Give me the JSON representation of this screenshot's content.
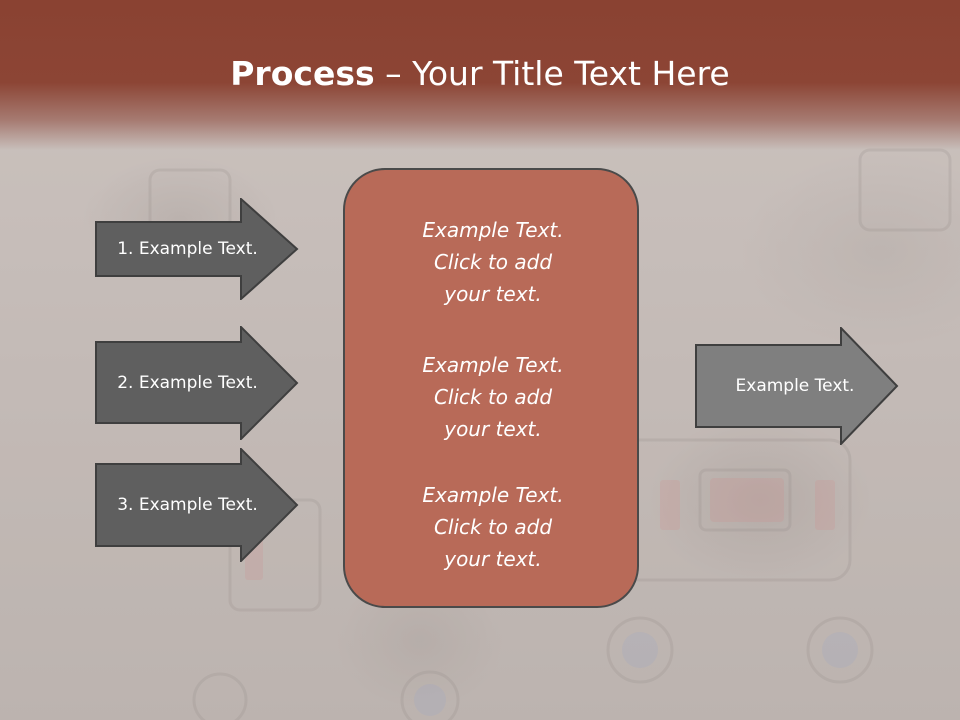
{
  "slide": {
    "title_bold": "Process",
    "title_rest": " – Your Title Text Here"
  },
  "left_arrows": [
    {
      "label": "1. Example Text."
    },
    {
      "label": "2. Example Text."
    },
    {
      "label": "3. Example Text."
    }
  ],
  "center_box": {
    "paragraphs": [
      {
        "line1": "Example Text.",
        "line2": "Click  to add",
        "line3": "your text."
      },
      {
        "line1": "Example Text.",
        "line2": "Click  to add",
        "line3": "your text."
      },
      {
        "line1": "Example Text.",
        "line2": "Click  to add",
        "line3": "your text."
      }
    ]
  },
  "right_arrow": {
    "label": "Example Text."
  },
  "colors": {
    "header": "#8a4232",
    "dark_arrow": "#5f5f5f",
    "light_arrow": "#7f7f7f",
    "center_box": "#b86a58",
    "outline": "#3f3f3f"
  }
}
